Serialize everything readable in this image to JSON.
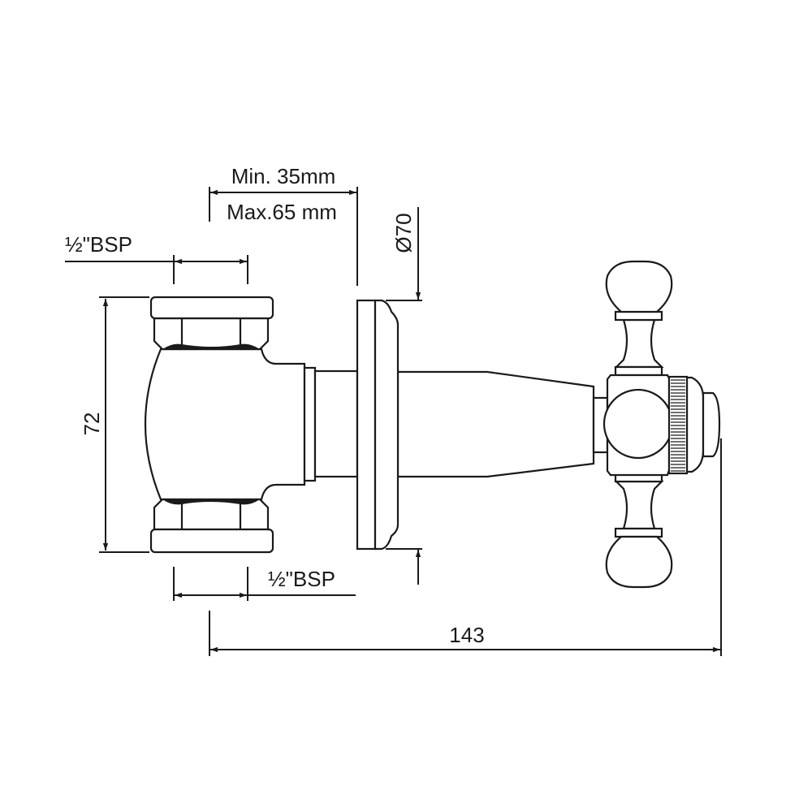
{
  "dimensions": {
    "height": "72",
    "thread_top": "½\"BSP",
    "thread_bottom": "½\"BSP",
    "wall_min": "Min. 35mm",
    "wall_max": "Max.65 mm",
    "flange_diameter": "Ø70",
    "overall_length": "143"
  }
}
